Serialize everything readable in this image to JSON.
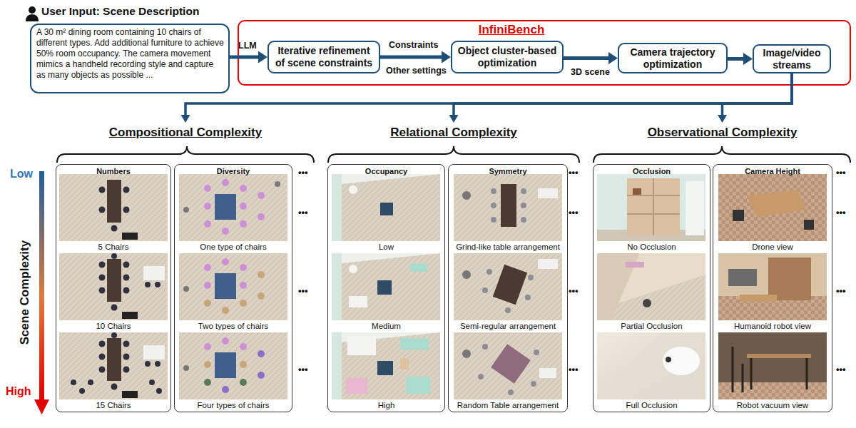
{
  "diagram": {
    "nodes": [
      {
        "text": [
          "User Input: Scene Description",
          "A 30 m² dining room containing 10 chairs of different types. Add additional furniture to achieve 50% room occupancy. The camera movement mimics a handheld recording style and capture as many objects as possible ..."
        ]
      },
      {
        "text": [
          "InfiniBench"
        ]
      },
      {
        "text": [
          "Iterative refinement of scene constraints"
        ],
        "in": 1
      },
      {
        "text": [
          "Object cluster-based optimization"
        ],
        "in": 1
      },
      {
        "text": [
          "Camera trajectory optimization"
        ],
        "in": 1
      },
      {
        "text": [
          "Image/video streams"
        ],
        "in": 1
      },
      {
        "text": [
          "Compositional Complexity"
        ]
      },
      {
        "text": [
          "Numbers",
          "5 Chairs",
          "10 Chairs",
          "15 Chairs"
        ],
        "in": 6
      },
      {
        "text": [
          "Diversity",
          "One type of chairs",
          "Two types of chairs",
          "Four types of chairs"
        ],
        "in": 6
      },
      {
        "text": [
          "Relational Complexity"
        ]
      },
      {
        "text": [
          "Occupancy",
          "Low",
          "Medium",
          "High"
        ],
        "in": 9
      },
      {
        "text": [
          "Symmetry",
          "Grind-like table arrangement",
          "Semi-regular arrangement",
          "Random Table arrangement"
        ],
        "in": 9
      },
      {
        "text": [
          "Observational Complexity"
        ]
      },
      {
        "text": [
          "Occlusion",
          "No Occlusion",
          "Partial Occlusion",
          "Full Occlusion"
        ],
        "in": 12
      },
      {
        "text": [
          "Camera Height",
          "Drone view",
          "Humanoid robot view",
          "Robot vacuum view"
        ],
        "in": 12
      }
    ],
    "edges": [
      {
        "from": 0,
        "to": 2,
        "arrow": "to",
        "label": "LLM"
      },
      {
        "from": 2,
        "to": 3,
        "arrow": "to",
        "label": "Constraints"
      },
      {
        "from": 3,
        "to": 4,
        "arrow": "to",
        "label": "3D scene"
      },
      {
        "from": 4,
        "to": 5,
        "arrow": "to"
      },
      {
        "from": 5,
        "to": 6,
        "arrow": "to"
      },
      {
        "from": 5,
        "to": 9,
        "arrow": "to"
      },
      {
        "from": 5,
        "to": 12,
        "arrow": "to"
      }
    ],
    "labels": [
      "Other settings",
      "Low",
      "High",
      "Scene Complexity",
      "•••",
      "•••",
      "•••",
      "•••",
      "•••",
      "•••",
      "•••",
      "•••",
      "•••",
      "•••",
      "•••",
      "•••"
    ]
  }
}
